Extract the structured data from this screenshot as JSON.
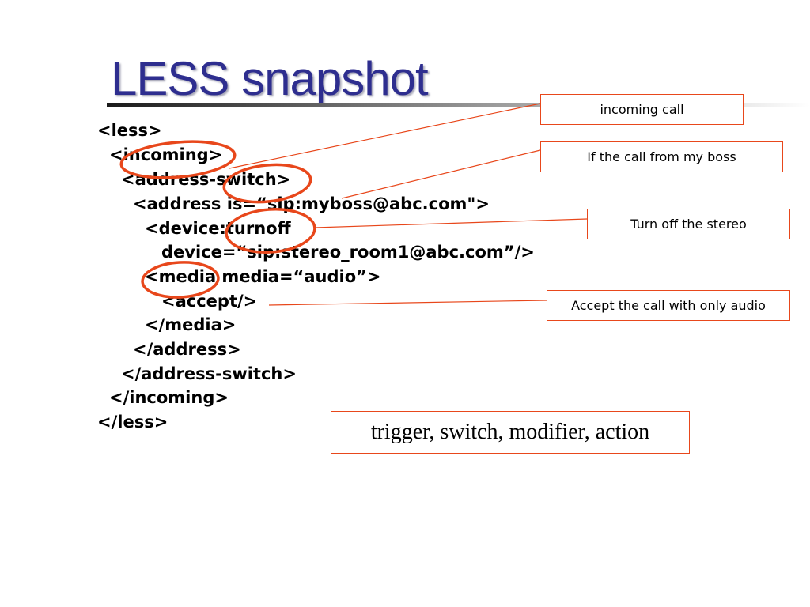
{
  "slide": {
    "title": "LESS snapshot",
    "accent_color": "#2e2e8f",
    "highlight_color": "#e8471b"
  },
  "code_lines": [
    "<less>",
    "<incoming>",
    "<address-switch>",
    "<address is=“sip:myboss@abc.com\">",
    "<device:turnoff",
    "device=“sip:stereo_room1@abc.com”/>",
    "<media media=“audio”>",
    "<accept/>",
    "</media>",
    "</address>",
    "</address-switch>",
    "</incoming>",
    "</less>"
  ],
  "callouts": [
    "incoming call",
    "If the call from my boss",
    "Turn off the stereo",
    "Accept the call with only audio"
  ],
  "summary": "trigger, switch, modifier, action"
}
